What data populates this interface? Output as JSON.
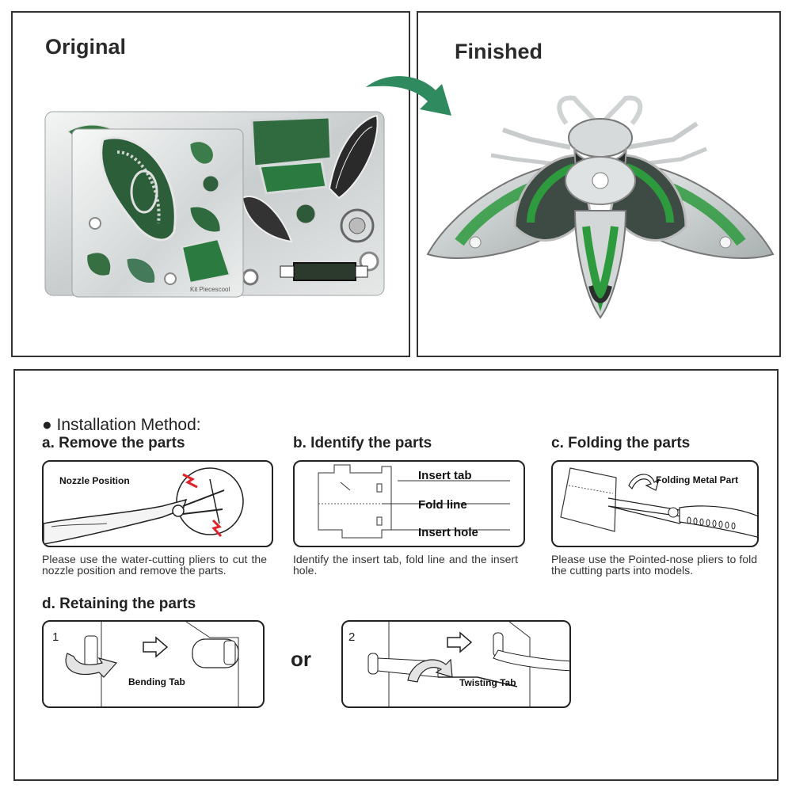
{
  "top": {
    "original_label": "Original",
    "finished_label": "Finished",
    "sheet_brand": "Kit Piecescool"
  },
  "installation": {
    "header": "● Installation Method:",
    "step_a": {
      "title": "a. Remove the parts",
      "annotation": "Nozzle Position",
      "description": "Please use the water-cutting pliers to cut the nozzle position and remove the parts."
    },
    "step_b": {
      "title": "b. Identify the parts",
      "labels": [
        "Insert tab",
        "Fold line",
        "Insert hole"
      ],
      "description": "Identify the insert tab, fold line and the insert hole."
    },
    "step_c": {
      "title": "c. Folding the parts",
      "annotation": "Folding Metal Part",
      "description": "Please use the Pointed-nose pliers to fold the cutting parts into models."
    },
    "step_d": {
      "title": "d. Retaining the parts",
      "option1_number": "1",
      "option1_label": "Bending Tab",
      "or_label": "or",
      "option2_number": "2",
      "option2_label": "Twisting Tab"
    }
  },
  "colors": {
    "accent_green": "#2f8a5f",
    "metal_silver": "#d9dcdc",
    "enamel_green": "#2e9a3e",
    "outline": "#222222"
  }
}
